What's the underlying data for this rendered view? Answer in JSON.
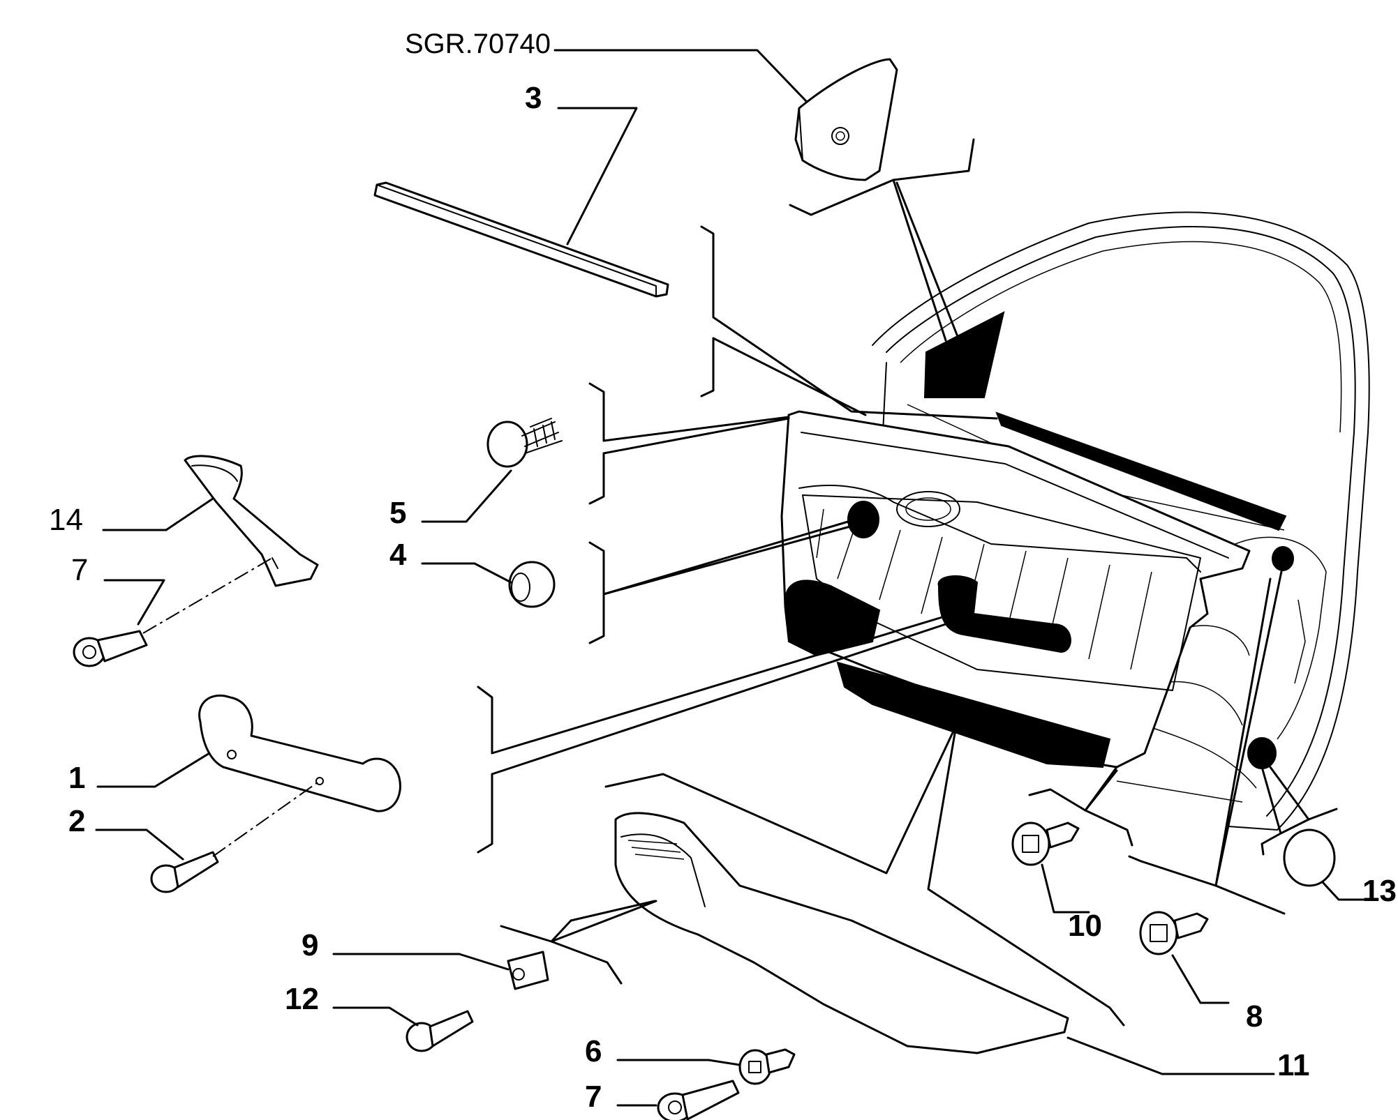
{
  "diagram": {
    "reference_code": "SGR.70740",
    "callouts": [
      {
        "id": "ref",
        "text": "SGR.70740"
      },
      {
        "id": "c3",
        "text": "3"
      },
      {
        "id": "c14",
        "text": "14"
      },
      {
        "id": "c7a",
        "text": "7"
      },
      {
        "id": "c5",
        "text": "5"
      },
      {
        "id": "c4",
        "text": "4"
      },
      {
        "id": "c1",
        "text": "1"
      },
      {
        "id": "c2",
        "text": "2"
      },
      {
        "id": "c9",
        "text": "9"
      },
      {
        "id": "c12",
        "text": "12"
      },
      {
        "id": "c6",
        "text": "6"
      },
      {
        "id": "c7b",
        "text": "7"
      },
      {
        "id": "c10",
        "text": "10"
      },
      {
        "id": "c8",
        "text": "8"
      },
      {
        "id": "c13",
        "text": "13"
      },
      {
        "id": "c11",
        "text": "11"
      }
    ]
  }
}
